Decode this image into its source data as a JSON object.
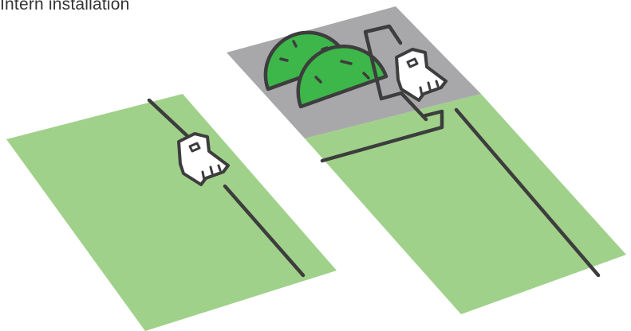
{
  "caption": {
    "text": "Intern installation"
  },
  "colors": {
    "lawn": "#a0d18a",
    "paving": "#a8a8aa",
    "dome": "#3db64a",
    "outline": "#3d3d3d",
    "station": "#ffffff"
  },
  "icons": [
    "lawn-panel",
    "charging-station-icon",
    "boundary-wire",
    "dome-shelter-icon"
  ]
}
